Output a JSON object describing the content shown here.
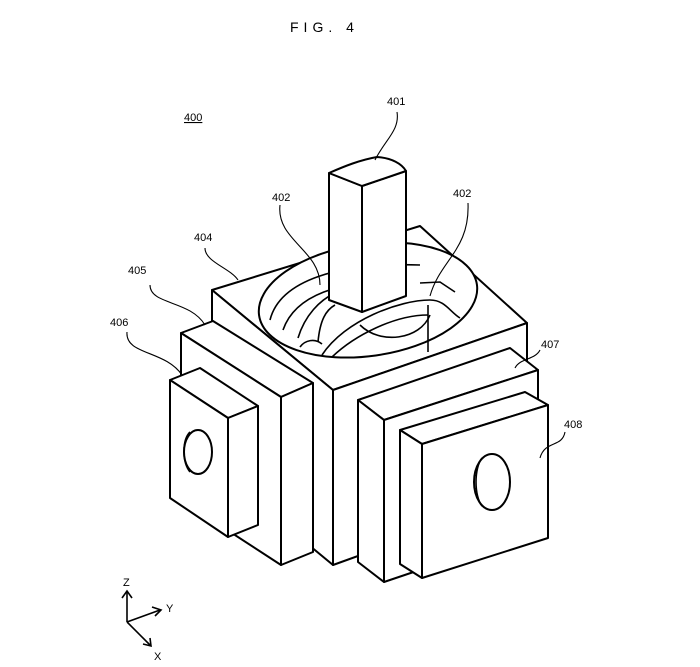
{
  "figure_title": "FIG. 4",
  "reference": "400",
  "labels": {
    "lever": "401",
    "guide_left": "402",
    "guide_right": "402",
    "housing": "404",
    "module_left_outer": "405",
    "module_left_inner": "406",
    "module_right_outer": "407",
    "module_right_inner": "408"
  },
  "axes": {
    "z": "Z",
    "y": "Y",
    "x": "X"
  }
}
